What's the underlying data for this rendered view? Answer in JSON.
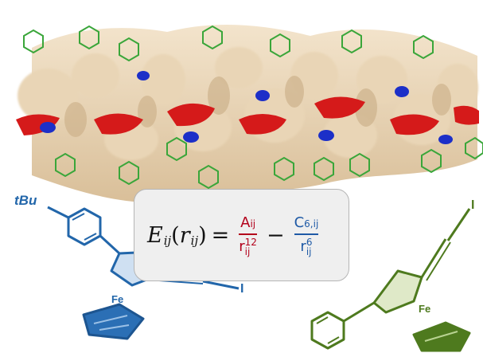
{
  "labels": {
    "tBu": "tBu",
    "fe_left": "Fe",
    "iodine_left": "I",
    "fe_right": "Fe",
    "iodine_right": "I"
  },
  "equation": {
    "lhs_E": "E",
    "lhs_E_sub": "ij",
    "lhs_open": "(",
    "lhs_r": "r",
    "lhs_r_sub": "ij",
    "lhs_close": ")",
    "equals": "=",
    "term1_num": "A",
    "term1_num_sub": "ij",
    "term1_den": "r",
    "term1_den_sup": "12",
    "term1_den_sub": "ij",
    "minus": "−",
    "term2_num": "C",
    "term2_num_sub": "6,ij",
    "term2_den": "r",
    "term2_den_sup": "6",
    "term2_den_sub": "ij"
  },
  "colors": {
    "tan_surface": "#e7d3b6",
    "oxygen_red": "#d51a1a",
    "nitrogen_blue": "#1c2fc8",
    "carbon_green": "#3aa63a",
    "left_molecule_blue": "#2266aa",
    "right_molecule_green": "#4e7a1e",
    "box_background": "#efefef",
    "term1_red": "#b3001b",
    "term2_blue": "#1f5aa6"
  }
}
